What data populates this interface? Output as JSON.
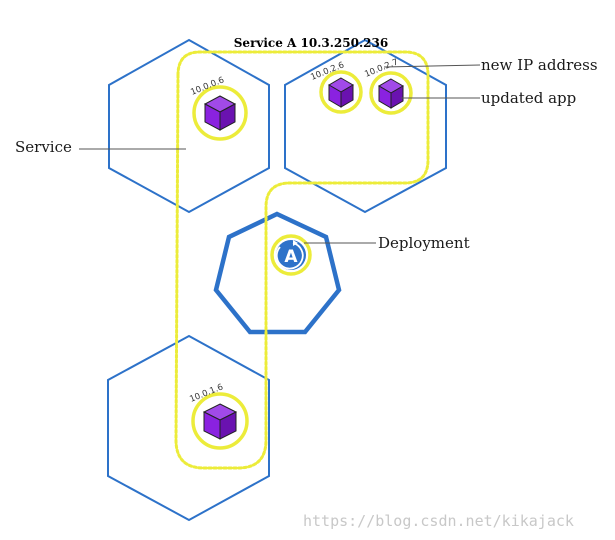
{
  "diagram": {
    "service_title": "Service A 10.3.250.236",
    "labels": {
      "service": "Service",
      "new_ip": "new IP address",
      "updated_app": "updated app",
      "deployment": "Deployment"
    },
    "pods": [
      {
        "ip": "10.0.0.6"
      },
      {
        "ip": "10.0.2.6"
      },
      {
        "ip": "10.0.2.7"
      },
      {
        "ip": "10.0.1.6"
      }
    ],
    "deployment_icon_letter": "A",
    "watermark": "https://blog.csdn.net/kikajack"
  },
  "colors": {
    "node_stroke": "#2d72c9",
    "service_outline": "#ecec3a",
    "pod_ring": "#ecec3a",
    "pod_cube": "#8a22e0",
    "pod_cube_top": "#a14ae8",
    "pod_cube_side": "#6a12b0",
    "deployment_fill": "#2d72c9",
    "leader_line": "#555555"
  }
}
